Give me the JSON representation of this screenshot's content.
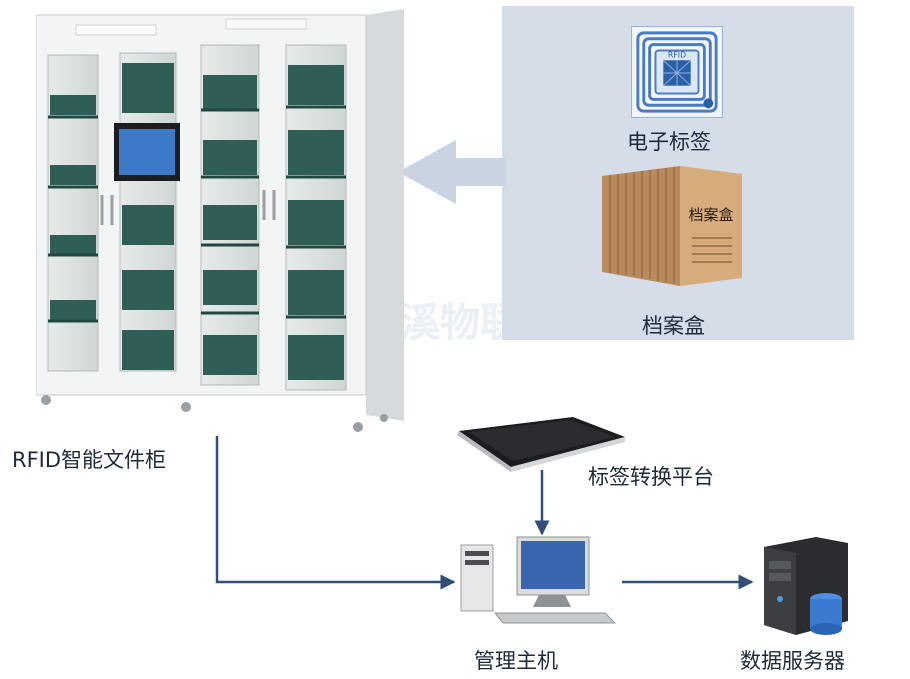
{
  "labels": {
    "rfid_tag": "电子标签",
    "archive_box": "档案盒",
    "cabinet": "RFID智能文件柜",
    "conversion_platform": "标签转换平台",
    "host": "管理主机",
    "server": "数据服务器"
  },
  "rfid_tag_text": "RFID",
  "archive_box_text": "档案盒",
  "watermark_text": "云溪物联",
  "colors": {
    "panel_bg": "#d5dde9",
    "arrow_light": "#c9d3e1",
    "arrow_dark": "#2f4f78",
    "cabinet_frame": "#f2f3f4",
    "cabinet_interior": "#2e5e56"
  }
}
